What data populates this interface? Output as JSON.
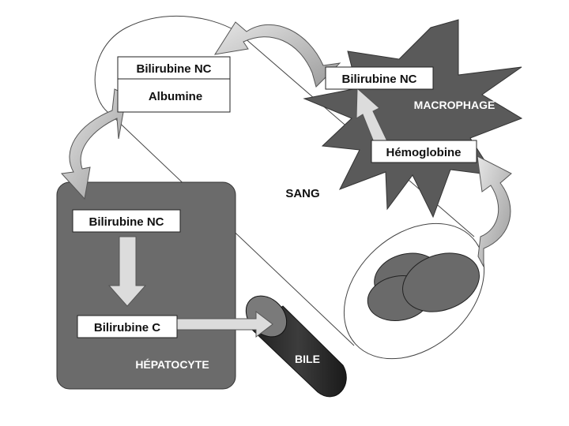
{
  "diagram": {
    "nodes": {
      "bili_nc_albumine": "Bilirubine NC",
      "albumine": "Albumine",
      "bili_nc_macrophage": "Bilirubine NC",
      "macrophage": "MACROPHAGE",
      "hemoglobine": "Hémoglobine",
      "sang": "SANG",
      "bili_nc_hepatocyte": "Bilirubine NC",
      "bili_c": "Bilirubine C",
      "hepatocyte": "HÉPATOCYTE",
      "bile": "BILE"
    },
    "colors": {
      "macrophage_fill": "#5a5a5a",
      "hepatocyte_fill": "#6b6b6b",
      "bile_fill": "#2e2e2e",
      "arrow_fill": "#c8c8c8",
      "red_cell_fill": "#6a6a6a"
    }
  }
}
